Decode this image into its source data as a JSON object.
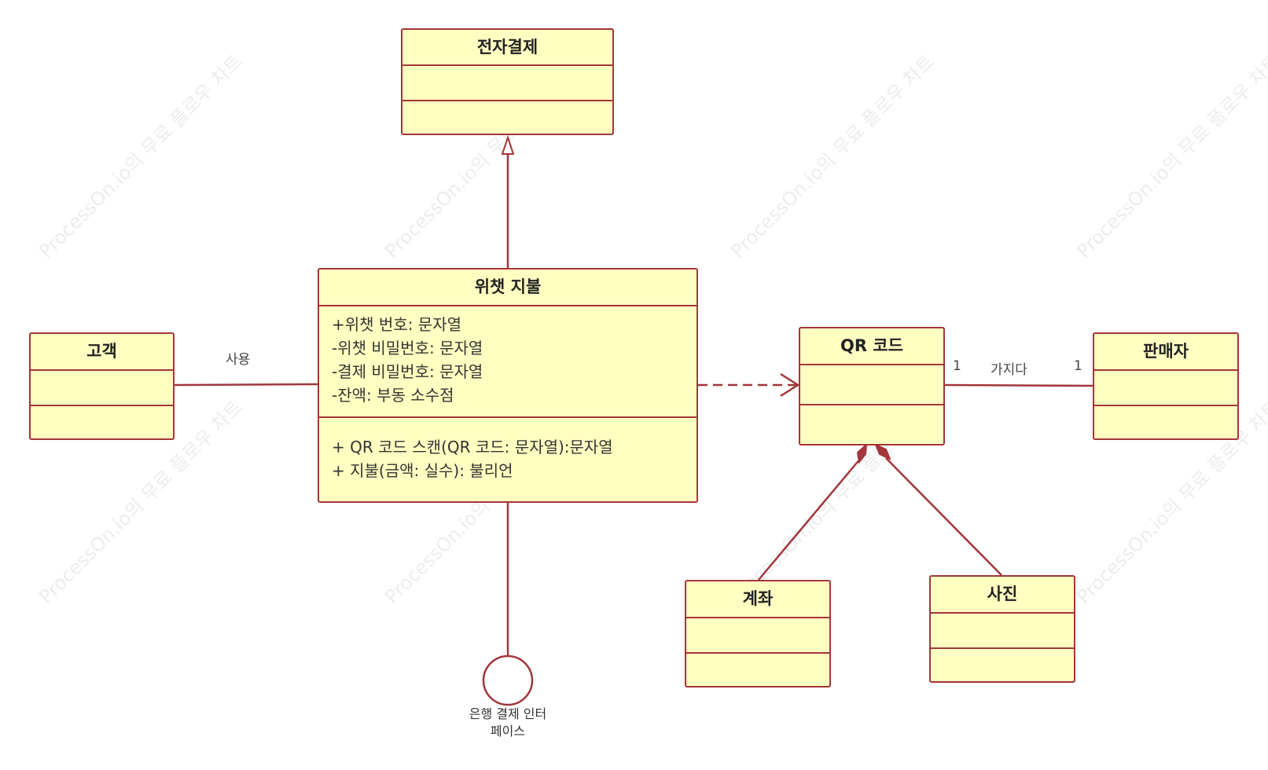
{
  "watermark": "ProcessOn.io의 무료 플로우 차트",
  "classes": {
    "epay": {
      "name": "전자결제"
    },
    "wechat": {
      "name": "위챗 지불",
      "attributes": [
        "+위챗 번호:  문자열",
        "-위챗 비밀번호:  문자열",
        "-결제 비밀번호:  문자열",
        "-잔액:  부동 소수점"
      ],
      "methods": [
        "+ QR 코드 스캔(QR 코드: 문자열):문자열",
        "+ 지불(금액: 실수):  불리언"
      ]
    },
    "customer": {
      "name": "고객"
    },
    "qr": {
      "name": "QR 코드"
    },
    "seller": {
      "name": "판매자"
    },
    "account": {
      "name": "계좌"
    },
    "photo": {
      "name": "사진"
    }
  },
  "relations": {
    "use_label": "사용",
    "has_label": "가지다",
    "mult_left": "1",
    "mult_right": "1"
  },
  "interface": {
    "line1": "은행 결제 인터",
    "line2": "페이스"
  },
  "colors": {
    "stroke": "#a3363a",
    "fill": "#ffffc2"
  }
}
